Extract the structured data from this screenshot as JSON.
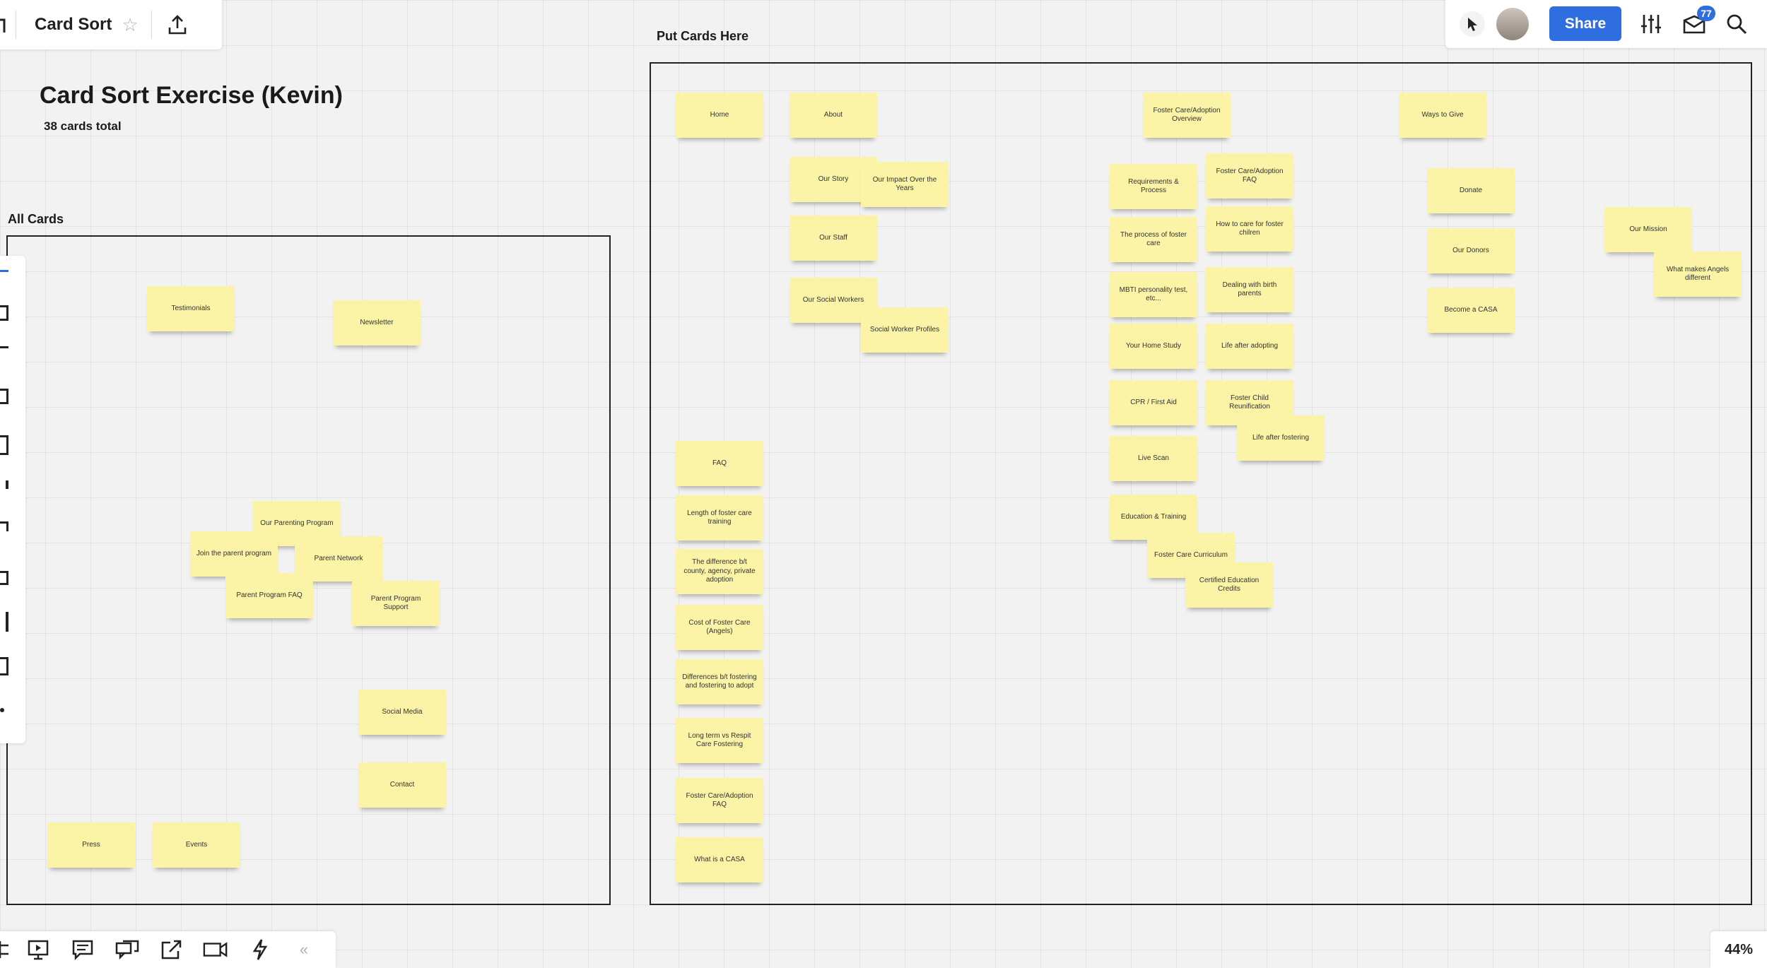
{
  "app": {
    "board_title": "Card Sort",
    "share_label": "Share",
    "notification_count": "77",
    "zoom": "44%",
    "accent_color": "#2f6ee0",
    "sticky_color": "#fbf3a6"
  },
  "canvas": {
    "heading": "Card Sort Exercise (Kevin)",
    "subheading": "38 cards total",
    "all_cards_label": "All Cards",
    "put_cards_label": "Put Cards Here"
  },
  "cards": [
    {
      "text": "Testimonials"
    },
    {
      "text": "Newsletter"
    },
    {
      "text": "Our Parenting Program"
    },
    {
      "text": "Join the parent program"
    },
    {
      "text": "Parent Network"
    },
    {
      "text": "Parent Program FAQ"
    },
    {
      "text": "Parent Program Support"
    },
    {
      "text": "Social Media"
    },
    {
      "text": "Contact"
    },
    {
      "text": "Press"
    },
    {
      "text": "Events"
    },
    {
      "text": "Home"
    },
    {
      "text": "About"
    },
    {
      "text": "Foster Care/Adoption Overview"
    },
    {
      "text": "Ways to Give"
    },
    {
      "text": "Our Story"
    },
    {
      "text": "Our Impact Over the Years"
    },
    {
      "text": "Requirements & Process"
    },
    {
      "text": "Foster Care/Adoption FAQ"
    },
    {
      "text": "Donate"
    },
    {
      "text": "Our Mission"
    },
    {
      "text": "Our Staff"
    },
    {
      "text": "The process of foster care"
    },
    {
      "text": "How to care for foster chilren"
    },
    {
      "text": "Our Donors"
    },
    {
      "text": "What makes Angels different"
    },
    {
      "text": "Our Social Workers"
    },
    {
      "text": "MBTI personality test, etc..."
    },
    {
      "text": "Dealing with birth parents"
    },
    {
      "text": "Become a CASA"
    },
    {
      "text": "Social Worker Profiles"
    },
    {
      "text": "Your Home Study"
    },
    {
      "text": "Life after adopting"
    },
    {
      "text": "CPR / First Aid"
    },
    {
      "text": "Foster Child Reunification"
    },
    {
      "text": "Life after fostering"
    },
    {
      "text": "Live Scan"
    },
    {
      "text": "FAQ"
    },
    {
      "text": "Length of foster care training"
    },
    {
      "text": "Education & Training"
    },
    {
      "text": "Foster Care Curriculum"
    },
    {
      "text": "The difference b/t county, agency, private adoption"
    },
    {
      "text": "Certified Education Credits"
    },
    {
      "text": "Cost of Foster Care (Angels)"
    },
    {
      "text": "Differences b/t fostering and fostering to adopt"
    },
    {
      "text": "Long term vs Respit Care Fostering"
    },
    {
      "text": "Foster Care/Adoption FAQ"
    },
    {
      "text": "What is a CASA"
    }
  ]
}
